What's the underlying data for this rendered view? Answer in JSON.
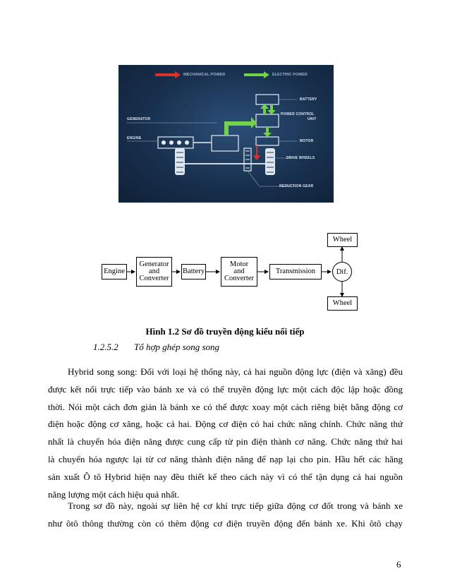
{
  "photo": {
    "legend_mechanical": "MECHANICAL POWER",
    "legend_electric": "ELECTRIC POWER",
    "labels": {
      "battery": "BATTERY",
      "power_control_1": "POWER CONTROL",
      "power_control_2": "UNIT",
      "generator": "GENERATOR",
      "engine": "ENGINE",
      "motor": "MOTOR",
      "drive_wheels": "DRIVE WHEELS",
      "reduction_gear": "REDUCTION GEAR"
    },
    "colors": {
      "mechanical": "#d9342b",
      "electric": "#74d14a",
      "background": "#1d3a5c"
    }
  },
  "diagram": {
    "engine": "Engine",
    "generator_1": "Generator",
    "generator_2": "and",
    "generator_3": "Converter",
    "battery": "Battery",
    "motor_1": "Motor",
    "motor_2": "and",
    "motor_3": "Converter",
    "transmission": "Transmission",
    "dif": "Dif.",
    "wheel_top": "Wheel",
    "wheel_bottom": "Wheel"
  },
  "caption": "Hình 1.2 Sơ đồ truyền động kiểu nối tiếp",
  "section": {
    "number": "1.2.5.2",
    "title": "Tổ hợp ghép song song"
  },
  "paragraph1": [
    "Hybrid song song: Đối với loại hệ thống này, cả hai nguồn động lực (điện và xăng) đều",
    "được kết nối trực tiếp vào bánh xe và có thể truyền động lực một cách độc lập hoặc đồng",
    "thời. Nói một cách đơn giản là bánh xe có thể được xoay một cách riêng biệt bằng động cơ",
    "điện hoặc động cơ xăng, hoặc cả hai. Động cơ điện có hai chức năng chính. Chức năng thứ",
    "nhất là chuyển hóa điện năng được cung cấp từ pin điện thành cơ năng. Chức năng thứ hai",
    "là chuyển hóa ngược lại từ cơ năng thành điện năng để nạp lại cho pin. Hầu hết các hãng",
    "sản xuất Ô tô Hybrid hiện nay đều thiết kế theo cách này vì có thể tận dụng cả hai nguồn",
    "năng lượng một cách hiệu quả nhất."
  ],
  "paragraph2": [
    "Trong sơ đồ này, ngoài sự liên hệ cơ khí trực tiếp giữa động cơ đốt trong và bánh xe",
    "như  ôtô thông thường còn có thêm động cơ điện truyền động đến bánh xe. Khi ôtô chạy"
  ],
  "page_number": "6"
}
